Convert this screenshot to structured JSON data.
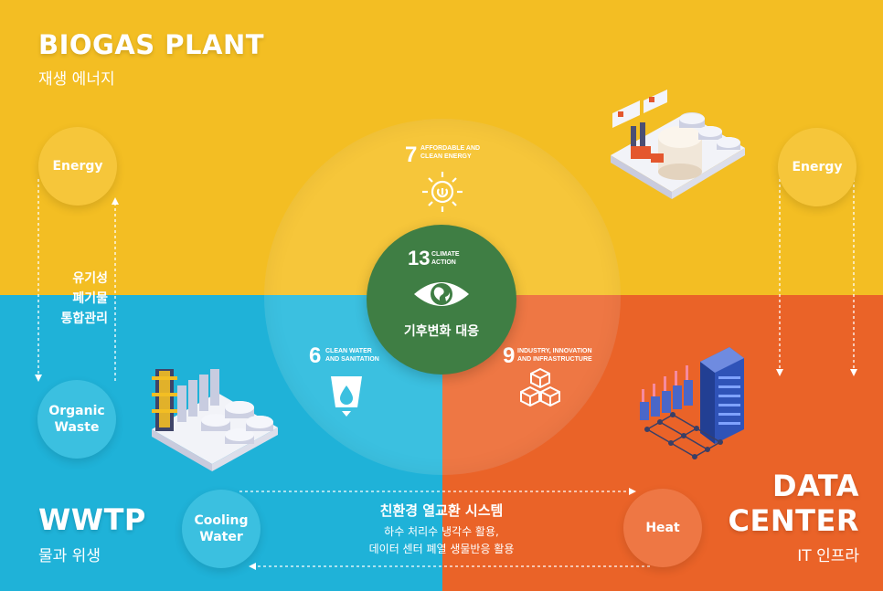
{
  "quadrants": {
    "biogas": {
      "title": "BIOGAS PLANT",
      "subtitle": "재생 에너지",
      "color": "#F3BE23"
    },
    "wwtp": {
      "title": "WWTP",
      "subtitle": "물과 위생",
      "color": "#1FB2D8"
    },
    "datacenter": {
      "title_line1": "DATA",
      "title_line2": "CENTER",
      "subtitle": "IT 인프라",
      "color": "#EA6328"
    }
  },
  "center": {
    "number": "13",
    "label_line1": "CLIMATE",
    "label_line2": "ACTION",
    "caption": "기후변화 대응",
    "icon": "eye-earth-icon",
    "color": "#3F7E44"
  },
  "sdgs": [
    {
      "number": "7",
      "label_line1": "AFFORDABLE AND",
      "label_line2": "CLEAN ENERGY",
      "icon": "sun-power-icon"
    },
    {
      "number": "6",
      "label_line1": "CLEAN WATER",
      "label_line2": "AND SANITATION",
      "icon": "water-glass-icon"
    },
    {
      "number": "9",
      "label_line1": "INDUSTRY, INNOVATION",
      "label_line2": "AND INFRASTRUCTURE",
      "icon": "cubes-icon"
    }
  ],
  "nodes": {
    "energy_left": "Energy",
    "energy_right": "Energy",
    "organic_waste_line1": "Organic",
    "organic_waste_line2": "Waste",
    "cooling_water_line1": "Cooling",
    "cooling_water_line2": "Water",
    "heat": "Heat"
  },
  "annotation": {
    "line1": "유기성",
    "line2": "폐기물",
    "line3": "통합관리"
  },
  "system": {
    "title": "친환경 열교환 시스템",
    "desc_line1": "하수 처리수 냉각수 활용,",
    "desc_line2": "데이터 센터 폐열 생물반응 활용"
  }
}
